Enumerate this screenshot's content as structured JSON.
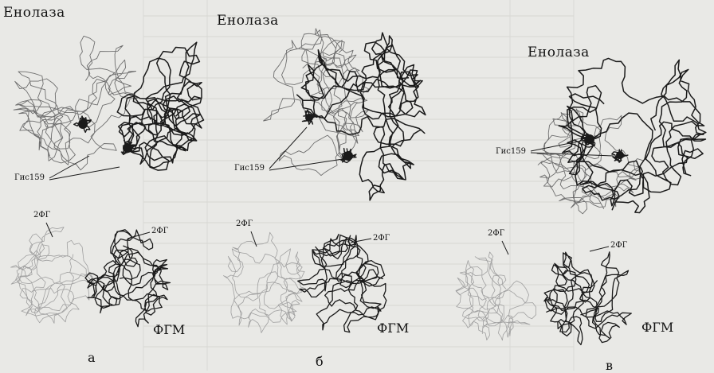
{
  "figure": {
    "panels": [
      {
        "id": "a",
        "panel_label": "а",
        "enolase_label": "Енолаза",
        "his_label": "Гис159",
        "pgm_2pg_label_left": "2ФГ",
        "pgm_2pg_label_right": "2ФГ",
        "pgm_label": "ФГМ"
      },
      {
        "id": "b",
        "panel_label": "б",
        "enolase_label": "Енолаза",
        "his_label": "Гис159",
        "pgm_2pg_label_left": "2ФГ",
        "pgm_2pg_label_right": "2ФГ",
        "pgm_label": "ФГМ"
      },
      {
        "id": "c",
        "panel_label": "в",
        "enolase_label": "Енолаза",
        "his_label": "Гис159",
        "pgm_2pg_label_left": "2ФГ",
        "pgm_2pg_label_right": "2ФГ",
        "pgm_label": "ФГМ"
      }
    ],
    "colors": {
      "background": "#e9e9e6",
      "dark_trace": "#1a1a1a",
      "light_trace": "#6e6e6e",
      "faint_trace": "#a0a0a0"
    }
  }
}
